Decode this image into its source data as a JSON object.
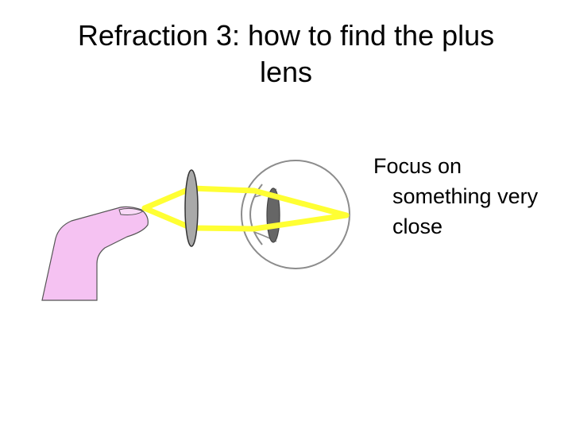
{
  "slide": {
    "title_line1": "Refraction 3: how to find the plus",
    "title_line2": "lens",
    "bullet_line1": "Focus on",
    "bullet_line2": "something very",
    "bullet_line3": "close"
  },
  "diagram": {
    "elements": [
      "finger",
      "plus-lens",
      "eyeball",
      "eye-lens",
      "light-rays"
    ],
    "colors": {
      "finger": "#f5c2f2",
      "light_rays": "#ffff33",
      "lens_fill": "#a9a9a9",
      "eye_lens_fill": "#666666",
      "eye_outline": "#808080"
    }
  }
}
